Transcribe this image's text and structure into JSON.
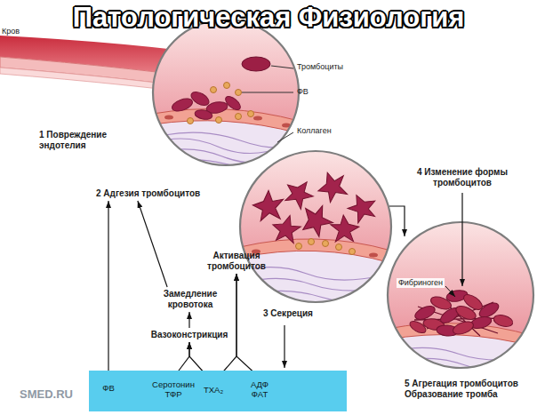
{
  "diagram": {
    "title": "Патологическая Физиология",
    "nodes": [
      {
        "text": [
          "2 Адгезия тромбоцитов"
        ]
      },
      {
        "text": [
          "Активация тромбоцитов"
        ]
      },
      {
        "text": [
          "Замедление кровотока"
        ]
      },
      {
        "text": [
          "Вазоконстрикция"
        ]
      },
      {
        "text": []
      },
      {
        "text": [
          "ФВ"
        ],
        "in": 4
      },
      {
        "text": [
          "Серотонин ТФР"
        ],
        "in": 4
      },
      {
        "text": [
          "ТХА₂"
        ],
        "in": 4
      },
      {
        "text": [
          "АДФ ФАТ"
        ],
        "in": 4
      }
    ],
    "edges": [
      {
        "from": 5,
        "to": 0,
        "arrow": "to"
      },
      {
        "from": 2,
        "to": 0,
        "arrow": "to"
      },
      {
        "from": 3,
        "to": 2,
        "arrow": "to"
      },
      {
        "from": 6,
        "to": 3,
        "arrow": "to"
      },
      {
        "from": 7,
        "to": 3,
        "arrow": "to"
      },
      {
        "from": 7,
        "to": 1,
        "arrow": "to"
      },
      {
        "from": 8,
        "to": 1,
        "arrow": "to"
      }
    ],
    "labels": [
      "Кров",
      "Тромбоциты",
      "ФВ",
      "Коллаген",
      "1 Повреждение эндотелия",
      "3 Секреция",
      "4 Изменение формы тромбоцитов",
      "Фибриноген",
      "5 Агрегация тромбоцитов Образование тромба",
      "SMED.RU"
    ]
  }
}
